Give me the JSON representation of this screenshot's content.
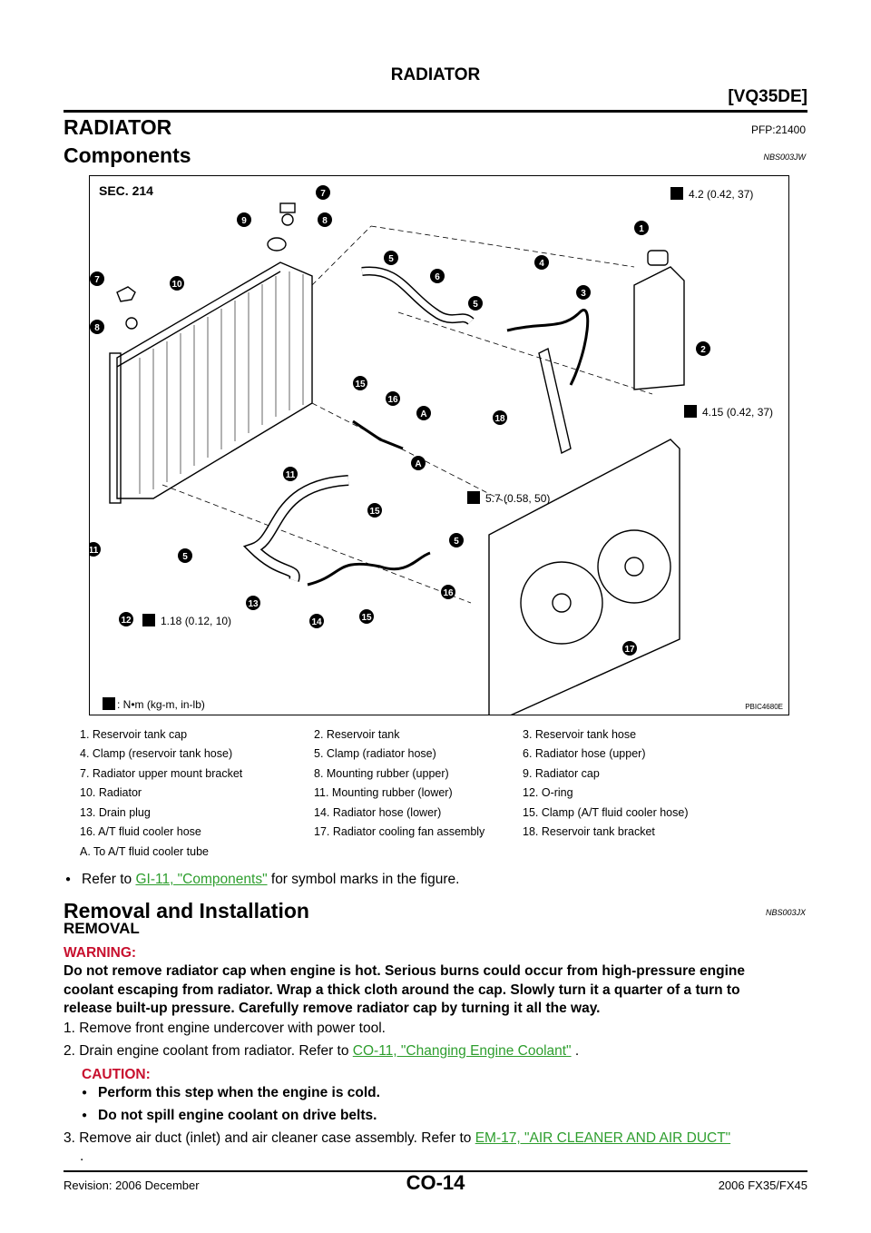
{
  "header": {
    "section_title": "RADIATOR",
    "engine": "[VQ35DE]"
  },
  "title": {
    "text": "RADIATOR",
    "code": "PFP:21400"
  },
  "components_heading": {
    "text": "Components",
    "code": "NBS003JW"
  },
  "figure": {
    "sec": "SEC. 214",
    "image_id": "PBIC4680E",
    "units_label": ": N•m (kg-m, in-lb)",
    "torques": [
      "4.2 (0.42, 37)",
      "4.15 (0.42, 37)",
      "5.7 (0.58, 50)",
      "1.18 (0.12, 10)"
    ],
    "callouts": [
      "1",
      "2",
      "3",
      "4",
      "5",
      "6",
      "7",
      "8",
      "9",
      "10",
      "11",
      "12",
      "13",
      "14",
      "15",
      "16",
      "17",
      "18",
      "A"
    ]
  },
  "legend": [
    [
      "1.   Reservoir tank cap",
      "2.   Reservoir tank",
      "3.   Reservoir tank hose"
    ],
    [
      "4.   Clamp (reservoir tank hose)",
      "5.   Clamp (radiator hose)",
      "6.   Radiator hose (upper)"
    ],
    [
      "7.   Radiator upper mount bracket",
      "8.   Mounting rubber (upper)",
      "9.   Radiator cap"
    ],
    [
      "10.  Radiator",
      "11.  Mounting rubber (lower)",
      "12.  O-ring"
    ],
    [
      "13.  Drain plug",
      "14.  Radiator hose (lower)",
      "15.  Clamp (A/T fluid cooler hose)"
    ],
    [
      "16.  A/T fluid cooler hose",
      "17.  Radiator cooling fan assembly",
      "18.  Reservoir tank bracket"
    ],
    [
      "A.   To A/T fluid cooler tube",
      "",
      ""
    ]
  ],
  "refer": {
    "prefix": "Refer to ",
    "link": "GI-11, \"Components\"",
    "suffix": " for symbol marks in the figure."
  },
  "removal_heading": {
    "text": "Removal and Installation",
    "code": "NBS003JX"
  },
  "removal_sub": "REMOVAL",
  "warning": {
    "label": "WARNING:",
    "lines": [
      "Do not remove radiator cap when engine is hot. Serious burns could occur from high-pressure engine",
      "coolant escaping from radiator. Wrap a thick cloth around the cap. Slowly turn it a quarter of a turn to",
      "release built-up pressure. Carefully remove radiator cap by turning it all the way."
    ]
  },
  "steps": {
    "s1": "1.  Remove front engine undercover with power tool.",
    "s2_prefix": "2.  Drain engine coolant from radiator. Refer to ",
    "s2_link": "CO-11, \"Changing Engine Coolant\"",
    "s2_suffix": " .",
    "caution_label": "CAUTION:",
    "caution_items": [
      "Perform this step when the engine is cold.",
      "Do not spill engine coolant on drive belts."
    ],
    "s3_prefix": "3.  Remove air duct (inlet) and air cleaner case assembly. Refer to ",
    "s3_link": "EM-17, \"AIR CLEANER AND AIR DUCT\"",
    "s3_end": "."
  },
  "footer": {
    "revision": "Revision: 2006 December",
    "page": "CO-14",
    "model": "2006 FX35/FX45"
  }
}
